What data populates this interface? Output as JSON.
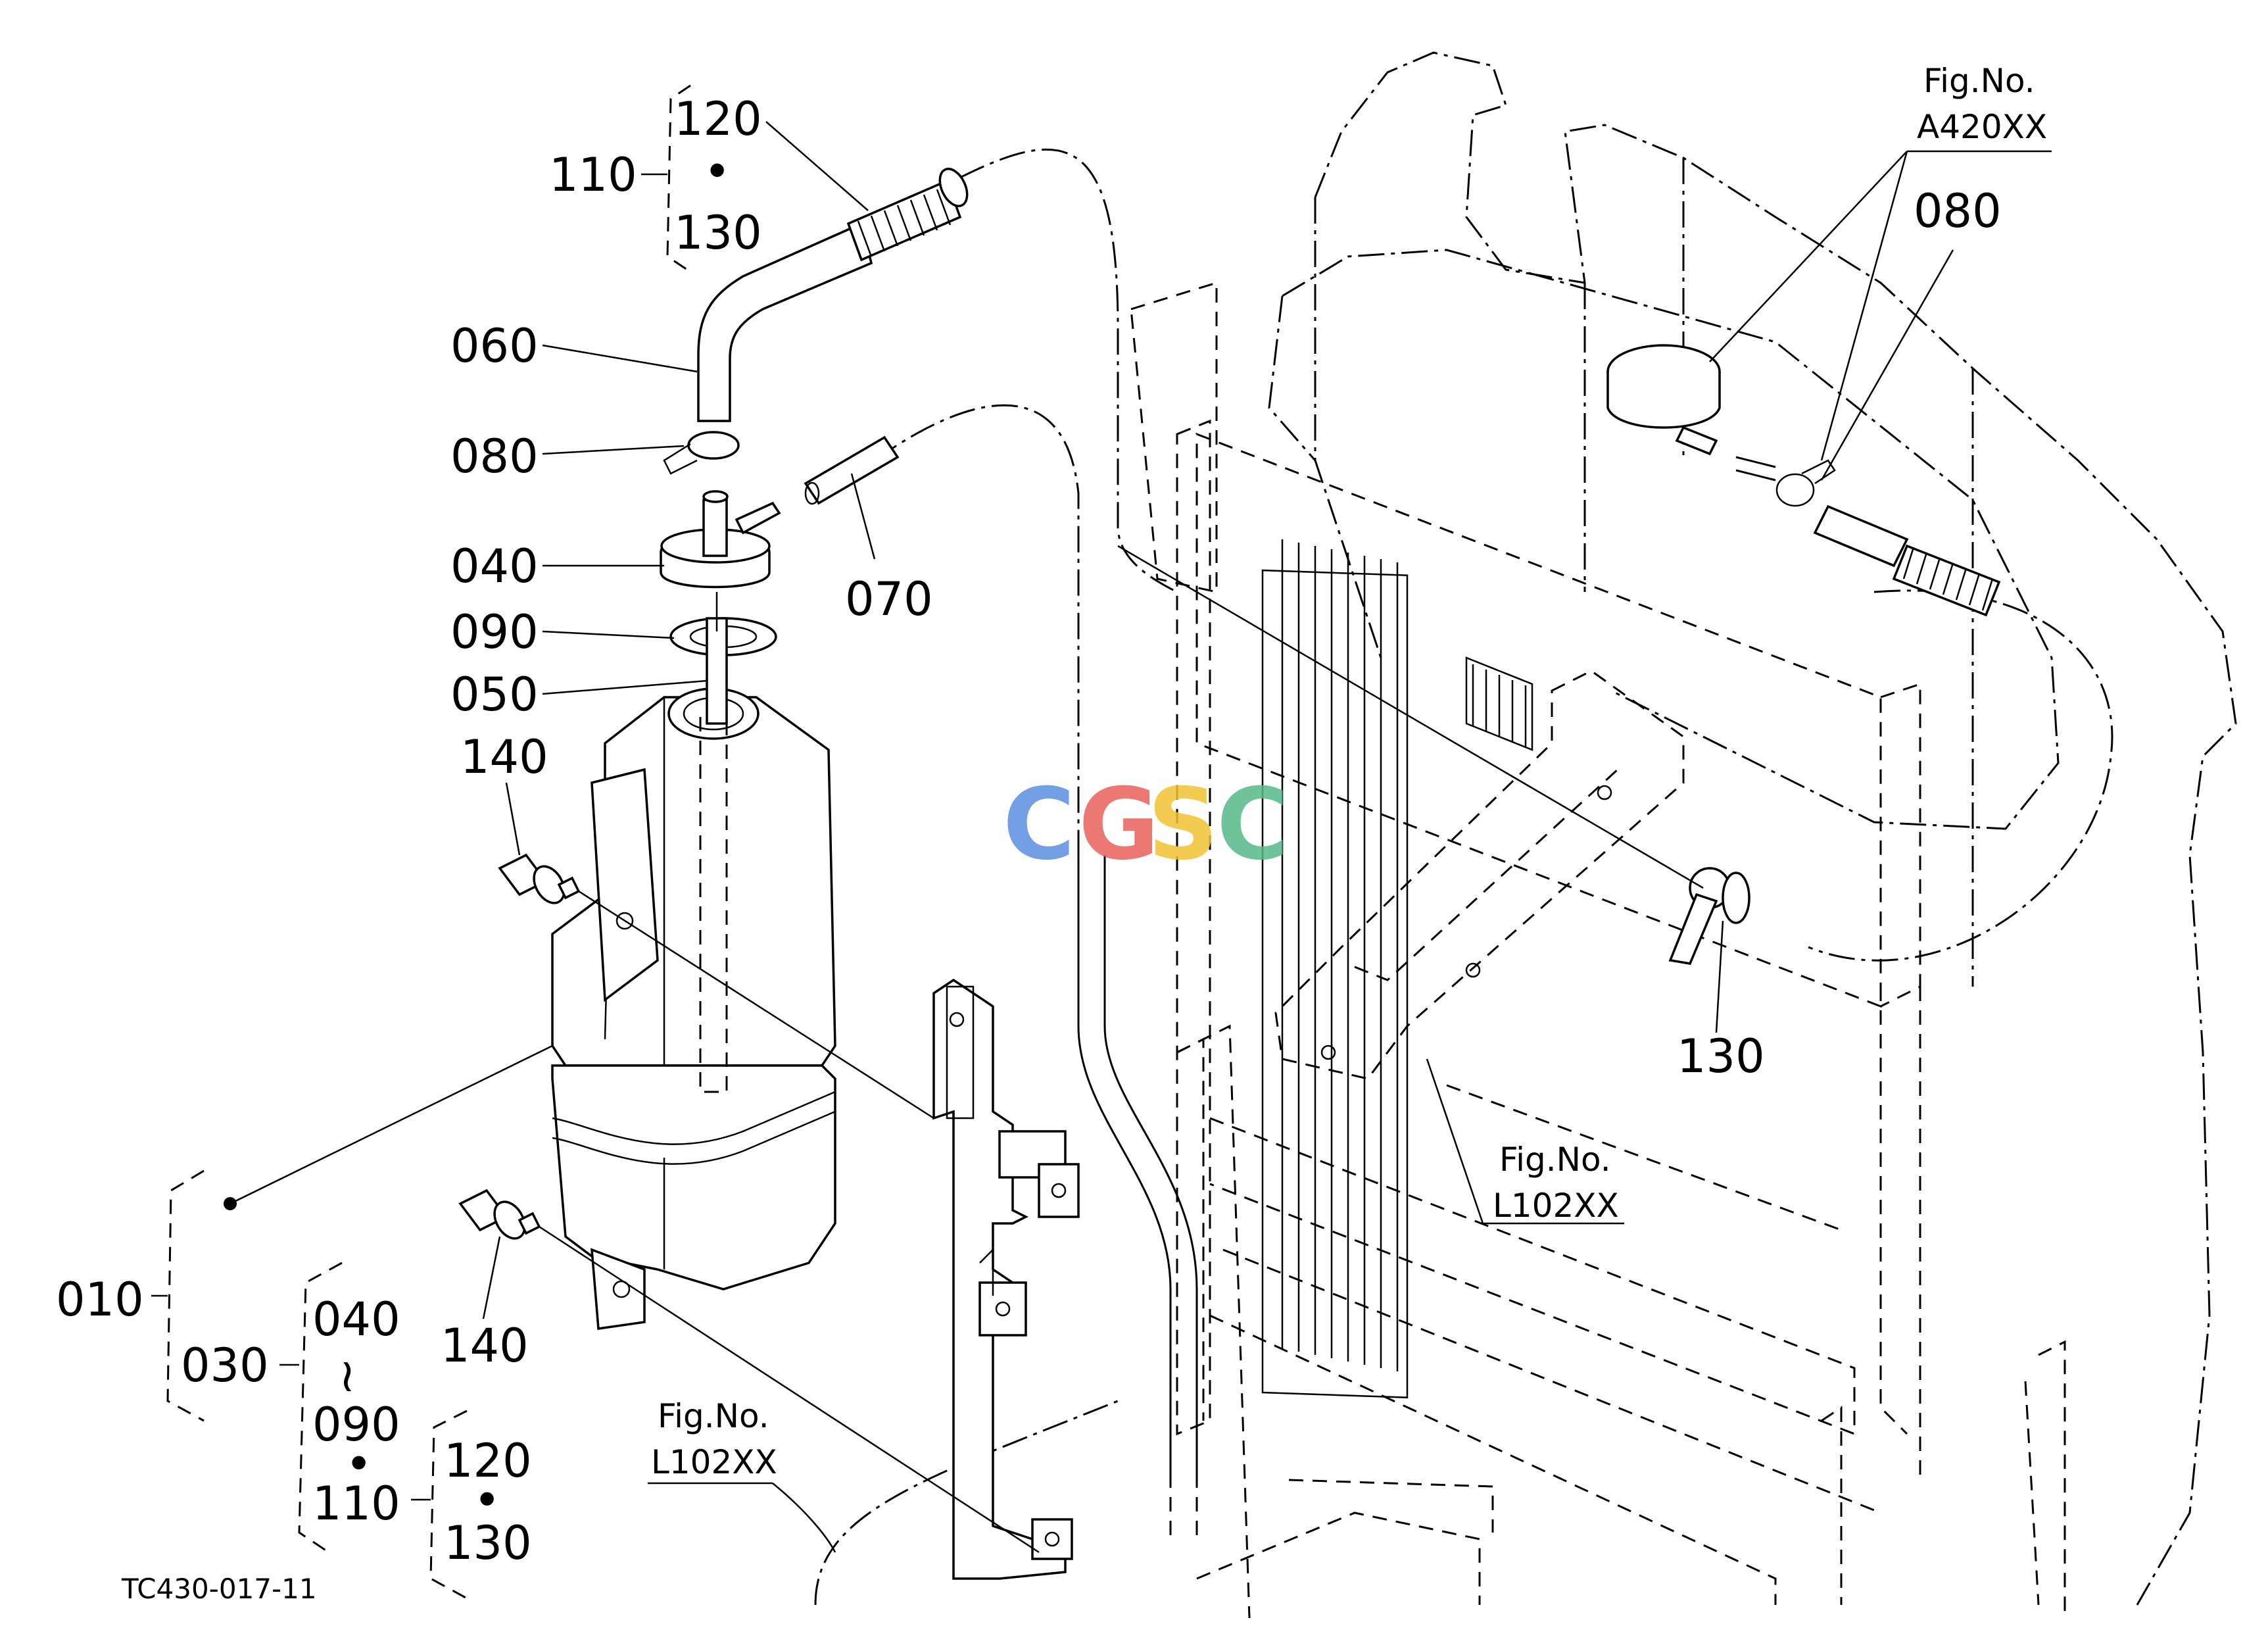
{
  "diagram_code": "TC430-017-11",
  "watermark": {
    "letters": [
      "C",
      "G",
      "S",
      "C"
    ],
    "colors": [
      "#5b8fe0",
      "#e8615a",
      "#f1c232",
      "#56b98a"
    ]
  },
  "callouts": {
    "p110": "110",
    "p120": "120",
    "p130_top": "130",
    "p060": "060",
    "p080": "080",
    "p040": "040",
    "p090": "090",
    "p050": "050",
    "p070": "070",
    "p140_top": "140",
    "p140_bottom": "140",
    "p010": "010",
    "p030": "030",
    "p040_b": "040",
    "p090_b": "090",
    "p110_b": "110",
    "p120_b": "120",
    "p130_b": "130",
    "p080_right": "080",
    "p130_right": "130"
  },
  "separators": {
    "dot": "•",
    "range": "≀"
  },
  "figure_refs": {
    "fig_label": "Fig.No.",
    "cap_ref": "A420XX",
    "bracket_ref": "L102XX",
    "base_ref": "L102XX"
  }
}
